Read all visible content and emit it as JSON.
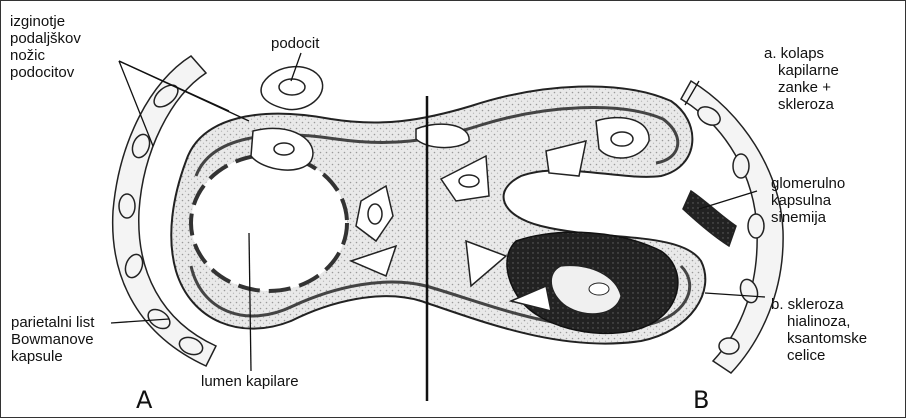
{
  "labels": {
    "lost_foot_processes": [
      "izginotje",
      "podaljškov",
      "nožic",
      "podocitov"
    ],
    "podocyte": "podocit",
    "parietal_layer": [
      "parietalni list",
      "Bowmanove",
      "kapsule"
    ],
    "capillary_lumen": "lumen kapilare",
    "collapse": [
      "a. kolaps",
      "kapilarne",
      "zanke +",
      "skleroza"
    ],
    "synechia": [
      "glomerulno",
      "kapsulna",
      "sinemija"
    ],
    "sclerosis": [
      "b. skleroza",
      "hialinoza,",
      "ksantomske",
      "celice"
    ]
  },
  "panels": {
    "left": "A",
    "right": "B"
  }
}
